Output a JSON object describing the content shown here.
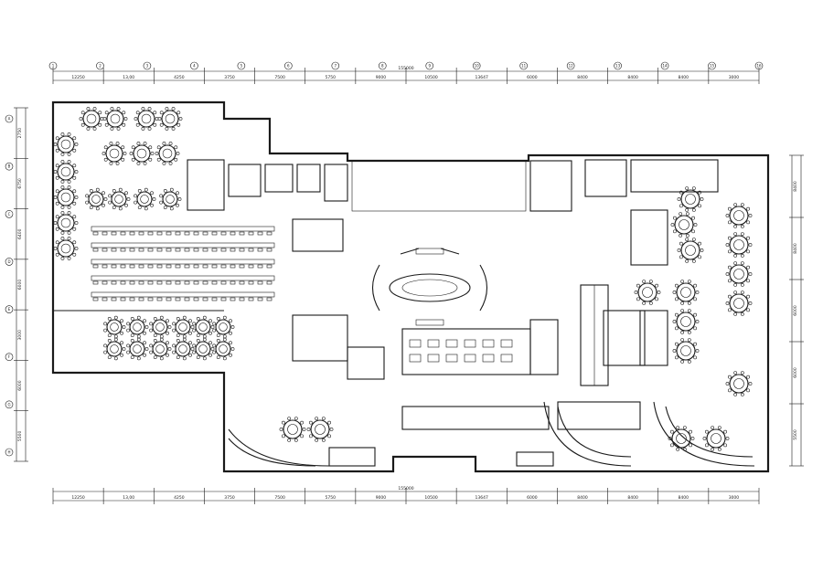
{
  "drawing": {
    "colors": {
      "ink": "#1a1a1a",
      "paper": "#ffffff"
    },
    "dimension_labels_top": [
      "12250",
      "13,00",
      "4250",
      "3750",
      "7500",
      "5750",
      "9000",
      "10500",
      "13647",
      "6000",
      "8400",
      "8400",
      "8400",
      "3000"
    ],
    "dimension_total_top": "155000",
    "dimension_labels_bottom": [
      "12250",
      "13,00",
      "4250",
      "3750",
      "7500",
      "5750",
      "9000",
      "10500",
      "13647",
      "6000",
      "8400",
      "8400",
      "8400",
      "3000"
    ],
    "dimension_total_bottom": "155000",
    "dimension_labels_left": [
      "2750",
      "6750",
      "6400",
      "6000",
      "3000",
      "6000",
      "5500"
    ],
    "dimension_labels_right": [
      "8400",
      "8400",
      "6000",
      "6000",
      "5500"
    ],
    "bubbles_top": [
      "1",
      "2",
      "3",
      "4",
      "5",
      "6",
      "7",
      "8",
      "9",
      "10",
      "11",
      "12",
      "13",
      "14",
      "15",
      "16"
    ],
    "bubbles_left": [
      "A",
      "B",
      "C",
      "D",
      "E",
      "F",
      "G",
      "H"
    ]
  }
}
